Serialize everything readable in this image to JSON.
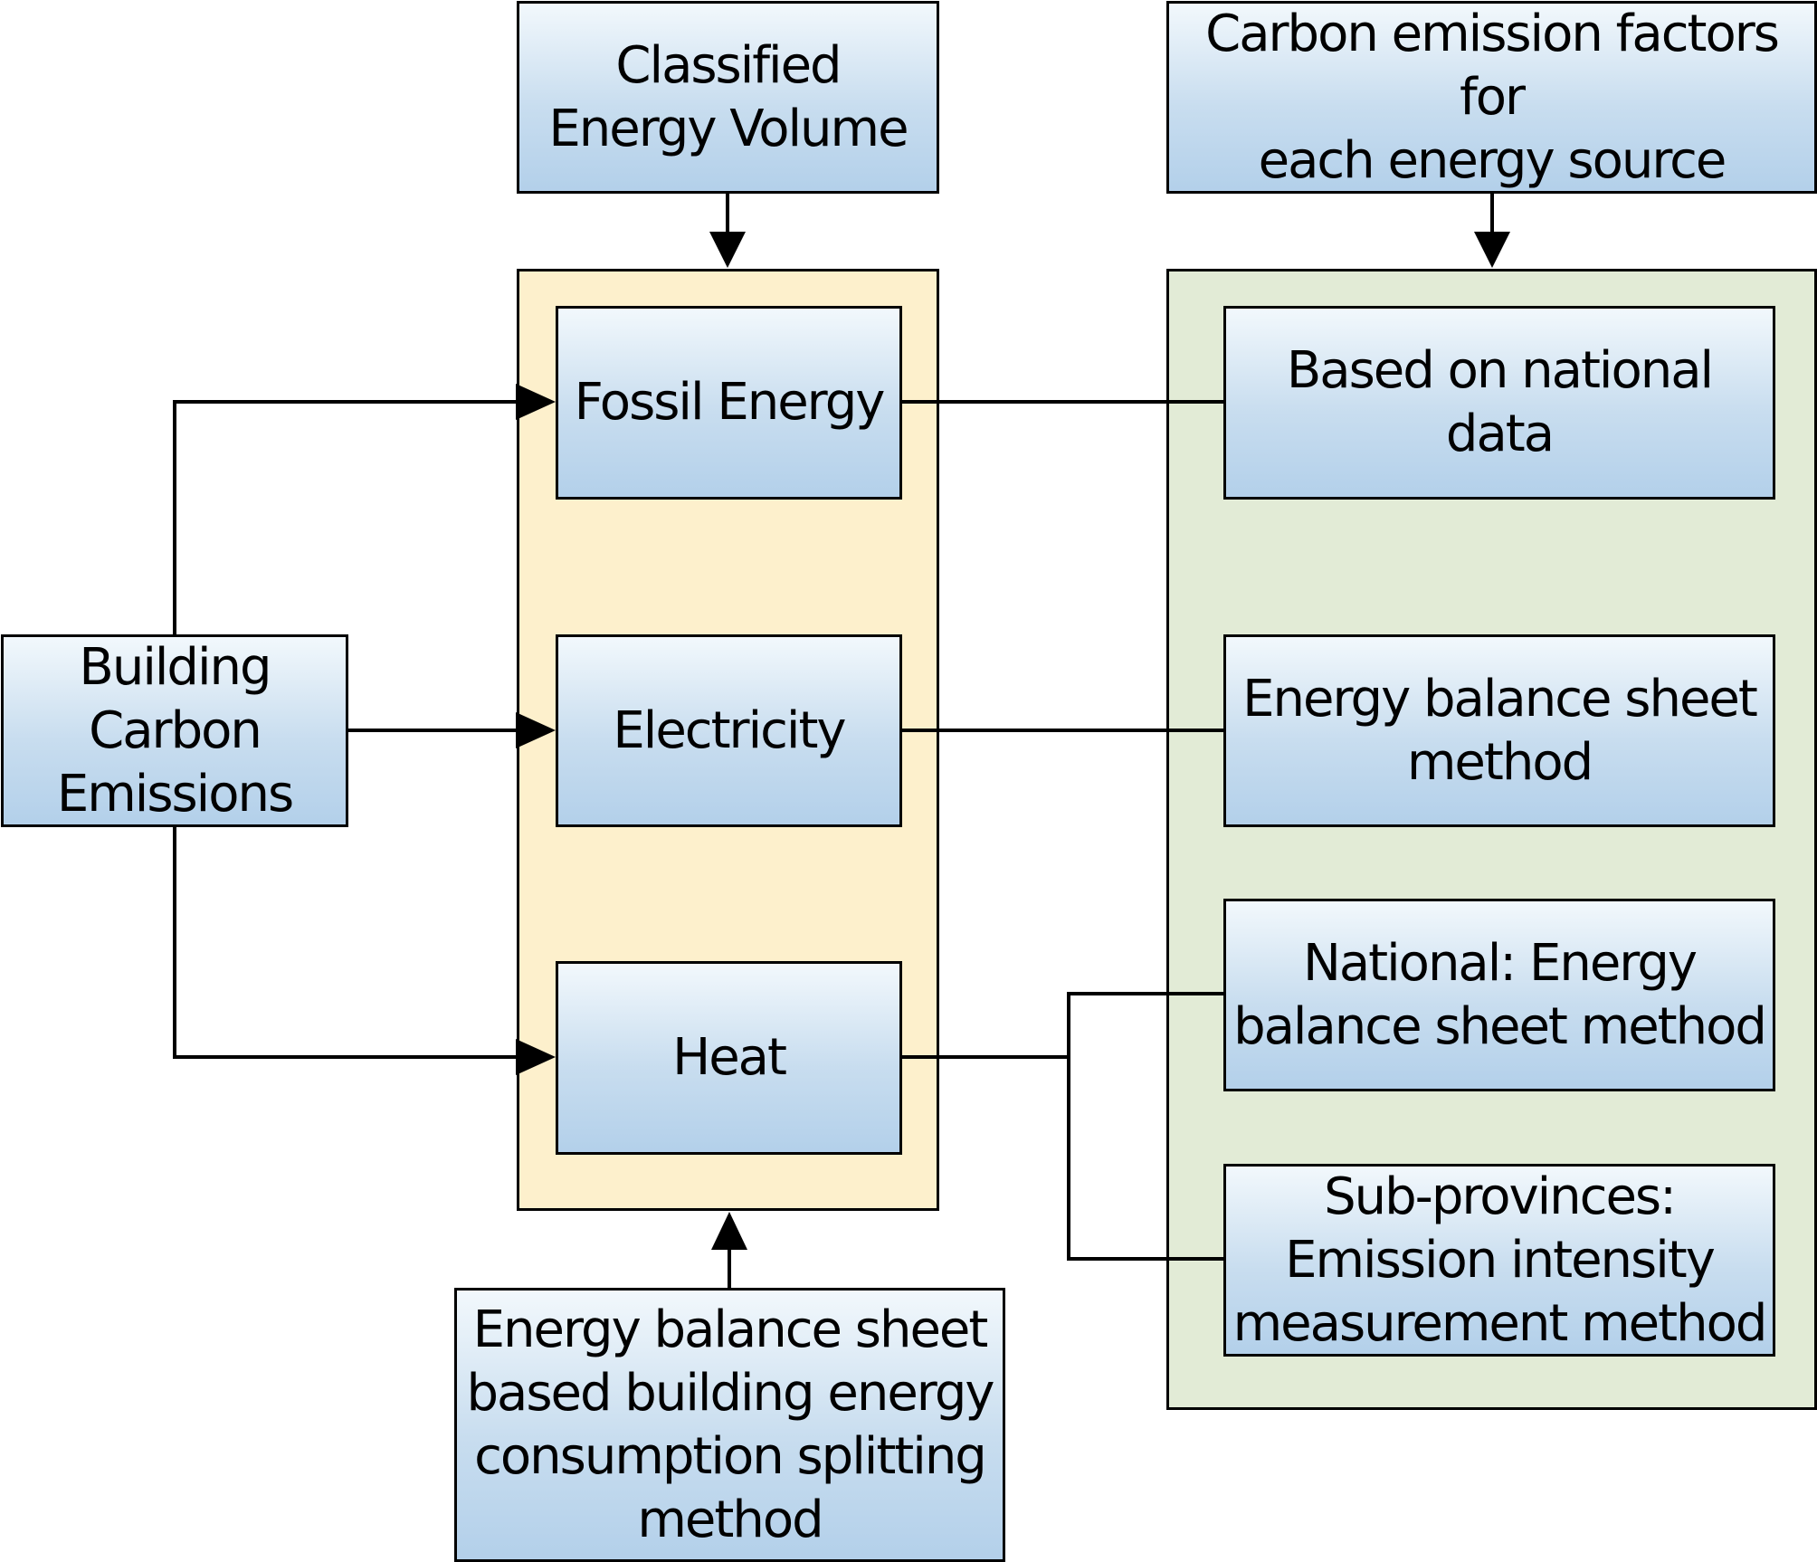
{
  "nodes": {
    "classified_energy": [
      "Classified",
      "Energy Volume"
    ],
    "carbon_factors": [
      "Carbon emission factors for",
      "each energy source"
    ],
    "building_emissions": [
      "Building",
      "Carbon",
      "Emissions"
    ],
    "fossil": [
      "Fossil Energy"
    ],
    "electricity": [
      "Electricity"
    ],
    "heat": [
      "Heat"
    ],
    "national_data": [
      "Based on national data"
    ],
    "balance_sheet": [
      "Energy balance sheet",
      "method"
    ],
    "national_balance": [
      "National: Energy",
      "balance sheet method"
    ],
    "sub_provinces": [
      "Sub-provinces:",
      "Emission intensity",
      "measurement method"
    ],
    "splitting": [
      "Energy balance sheet",
      "based building energy",
      "consumption splitting",
      "method"
    ]
  },
  "colors": {
    "energy_panel": "#fdf0cc",
    "method_panel": "#e2ebd6",
    "box_top": "#f2f8fc",
    "box_bottom": "#b3d0ea",
    "stroke": "#000000"
  }
}
